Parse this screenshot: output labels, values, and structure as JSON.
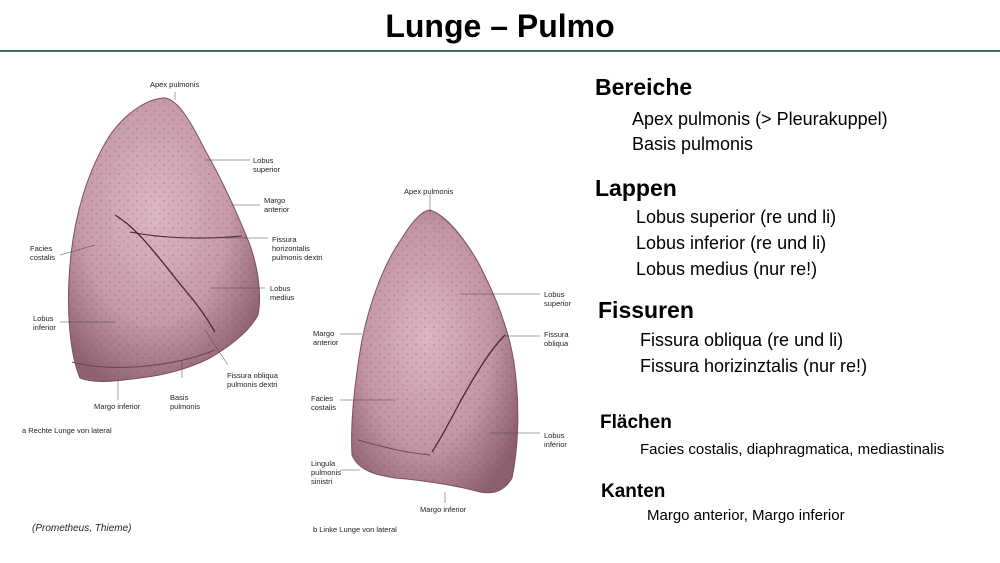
{
  "title": "Lunge – Pulmo",
  "figure": {
    "right_lung_labels": {
      "apex": "Apex pulmonis",
      "lobus_superior": "Lobus\nsuperior",
      "margo_anterior": "Margo\nanterior",
      "facies_costalis": "Facies\ncostalis",
      "fissura_horizontalis": "Fissura\nhorizontalis\npulmonis dextri",
      "lobus_medius": "Lobus\nmedius",
      "lobus_inferior": "Lobus\ninferior",
      "fissura_obliqua": "Fissura obliqua\npulmonis dextri",
      "basis": "Basis\npulmonis",
      "margo_inferior": "Margo inferior"
    },
    "left_lung_labels": {
      "apex": "Apex pulmonis",
      "lobus_superior": "Lobus\nsuperior",
      "margo_anterior": "Margo\nanterior",
      "fissura_obliqua": "Fissura\nobliqua",
      "facies_costalis": "Facies\ncostalis",
      "lobus_inferior": "Lobus\ninferior",
      "lingula": "Lingula\npulmonis\nsinistri",
      "margo_inferior": "Margo inferior"
    },
    "caption_a": "a   Rechte Lunge von lateral",
    "caption_b": "b   Linke Lunge von lateral",
    "credit": "(Prometheus, Thieme)"
  },
  "sections": {
    "bereiche": {
      "heading": "Bereiche",
      "lines": [
        "Apex pulmonis (> Pleurakuppel)",
        "Basis pulmonis"
      ]
    },
    "lappen": {
      "heading": "Lappen",
      "lines": [
        "Lobus superior (re und li)",
        "Lobus inferior (re und li)",
        "Lobus medius (nur re!)"
      ]
    },
    "fissuren": {
      "heading": "Fissuren",
      "lines": [
        "Fissura obliqua (re und li)",
        "Fissura horizinztalis (nur re!)"
      ]
    },
    "flaechen": {
      "heading": "Flächen",
      "line": "Facies costalis, diaphragmatica, mediastinalis"
    },
    "kanten": {
      "heading": "Kanten",
      "line": "Margo anterior, Margo inferior"
    }
  },
  "colors": {
    "rule": "#3f6d68",
    "lung_fill": "#c79aa8",
    "lung_shade": "#9c7080"
  }
}
